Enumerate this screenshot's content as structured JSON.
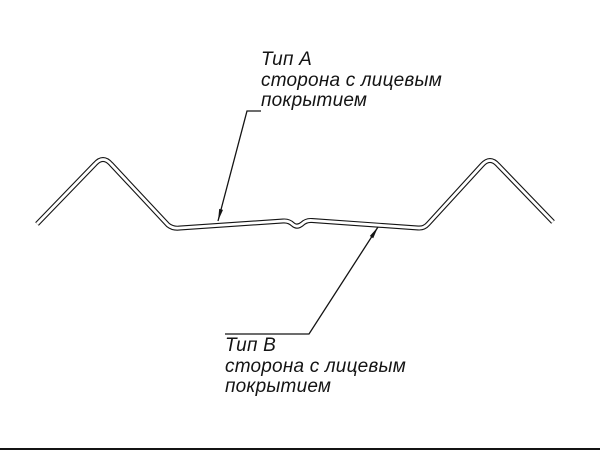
{
  "canvas": {
    "background": "#ffffff",
    "line_color": "#141414"
  },
  "labels": {
    "type_a": {
      "title": "Тип А",
      "line1": "сторона с лицевым",
      "line2": "покрытием"
    },
    "type_b": {
      "title": "Тип В",
      "line1": "сторона с лицевым",
      "line2": "покрытием"
    }
  }
}
